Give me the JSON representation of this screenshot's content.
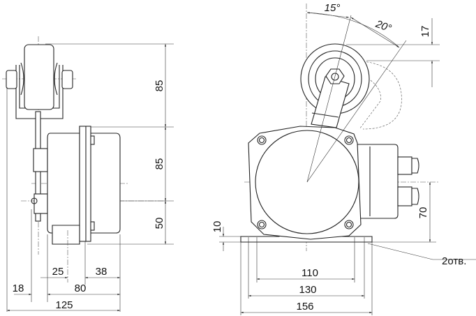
{
  "side_view": {
    "dims": {
      "roller_height": "85",
      "body_height": "85",
      "base_height": "50",
      "d25": "25",
      "d38": "38",
      "d18": "18",
      "d80": "80",
      "d125": "125"
    }
  },
  "front_view": {
    "angles": {
      "a15": "15°",
      "a20": "20°"
    },
    "dims": {
      "d17": "17",
      "d10": "10",
      "d70": "70",
      "d110": "110",
      "d130": "130",
      "d156": "156"
    },
    "holes_note": "2отв."
  }
}
